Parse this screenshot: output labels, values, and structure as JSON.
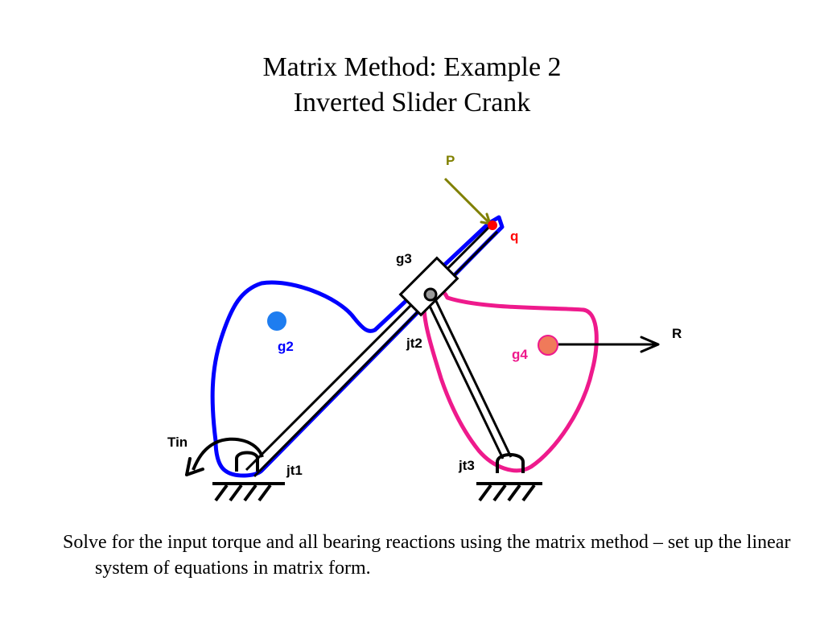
{
  "title": {
    "line1": "Matrix Method: Example 2",
    "line2": "Inverted Slider Crank"
  },
  "diagram": {
    "labels": {
      "P": "P",
      "q": "q",
      "g3": "g3",
      "g2": "g2",
      "jt2": "jt2",
      "g4": "g4",
      "R": "R",
      "Tin": "Tin",
      "jt1": "jt1",
      "jt3": "jt3"
    },
    "colors": {
      "link2": "#0000ff",
      "link4": "#ee1a8c",
      "force_P": "#808000",
      "point_q": "#ff0000",
      "label_q": "#ff0000",
      "g2_marker": "#1e7df0",
      "g4_marker": "#f07a5a",
      "label_g4": "#ee1a8c",
      "label_P": "#808000",
      "ink": "#000000"
    }
  },
  "problem_text": "Solve for the input torque and all bearing reactions using the matrix method – set up the linear system of equations in matrix form."
}
